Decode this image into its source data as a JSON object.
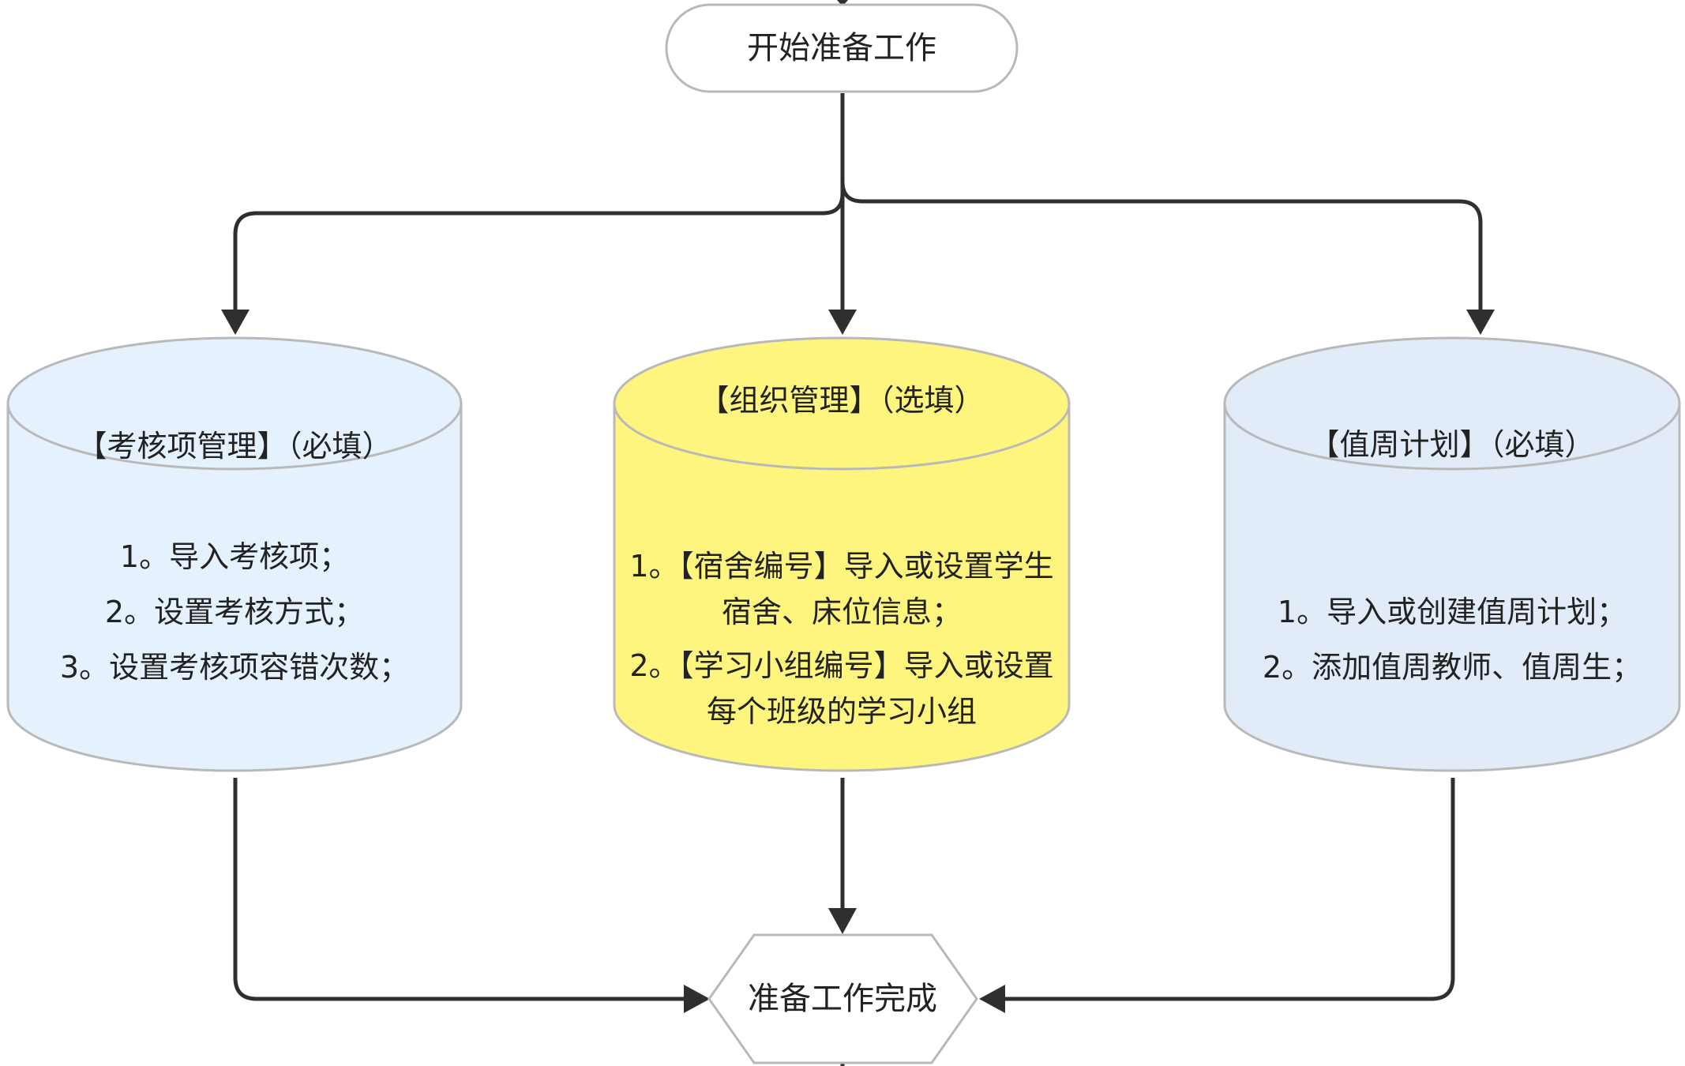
{
  "start_node": {
    "label": "开始准备工作"
  },
  "end_node": {
    "label": "准备工作完成"
  },
  "cylinders": [
    {
      "title": "【考核项管理】（必填）",
      "lines": [
        "1。导入考核项；",
        "2。设置考核方式；",
        "3。设置考核项容错次数；"
      ],
      "fill_color": "#e5f1fc",
      "top_fill_color": "#e5f1fc"
    },
    {
      "title": "【组织管理】（选填）",
      "lines": [
        "1。【宿舍编号】导入或设置学生",
        "宿舍、床位信息；",
        "2。【学习小组编号】导入或设置",
        "每个班级的学习小组"
      ],
      "fill_color": "#fef57f",
      "top_fill_color": "#fef57f"
    },
    {
      "title": "【值周计划】（必填）",
      "lines": [
        "1。导入或创建值周计划；",
        "2。添加值周教师、值周生；"
      ],
      "fill_color": "#e1ecf8",
      "top_fill_color": "#e1ecf8"
    }
  ],
  "colors": {
    "stroke": "#b9b9b9",
    "connector": "#2f2f2f",
    "text": "#222222",
    "background": "#ffffff"
  }
}
